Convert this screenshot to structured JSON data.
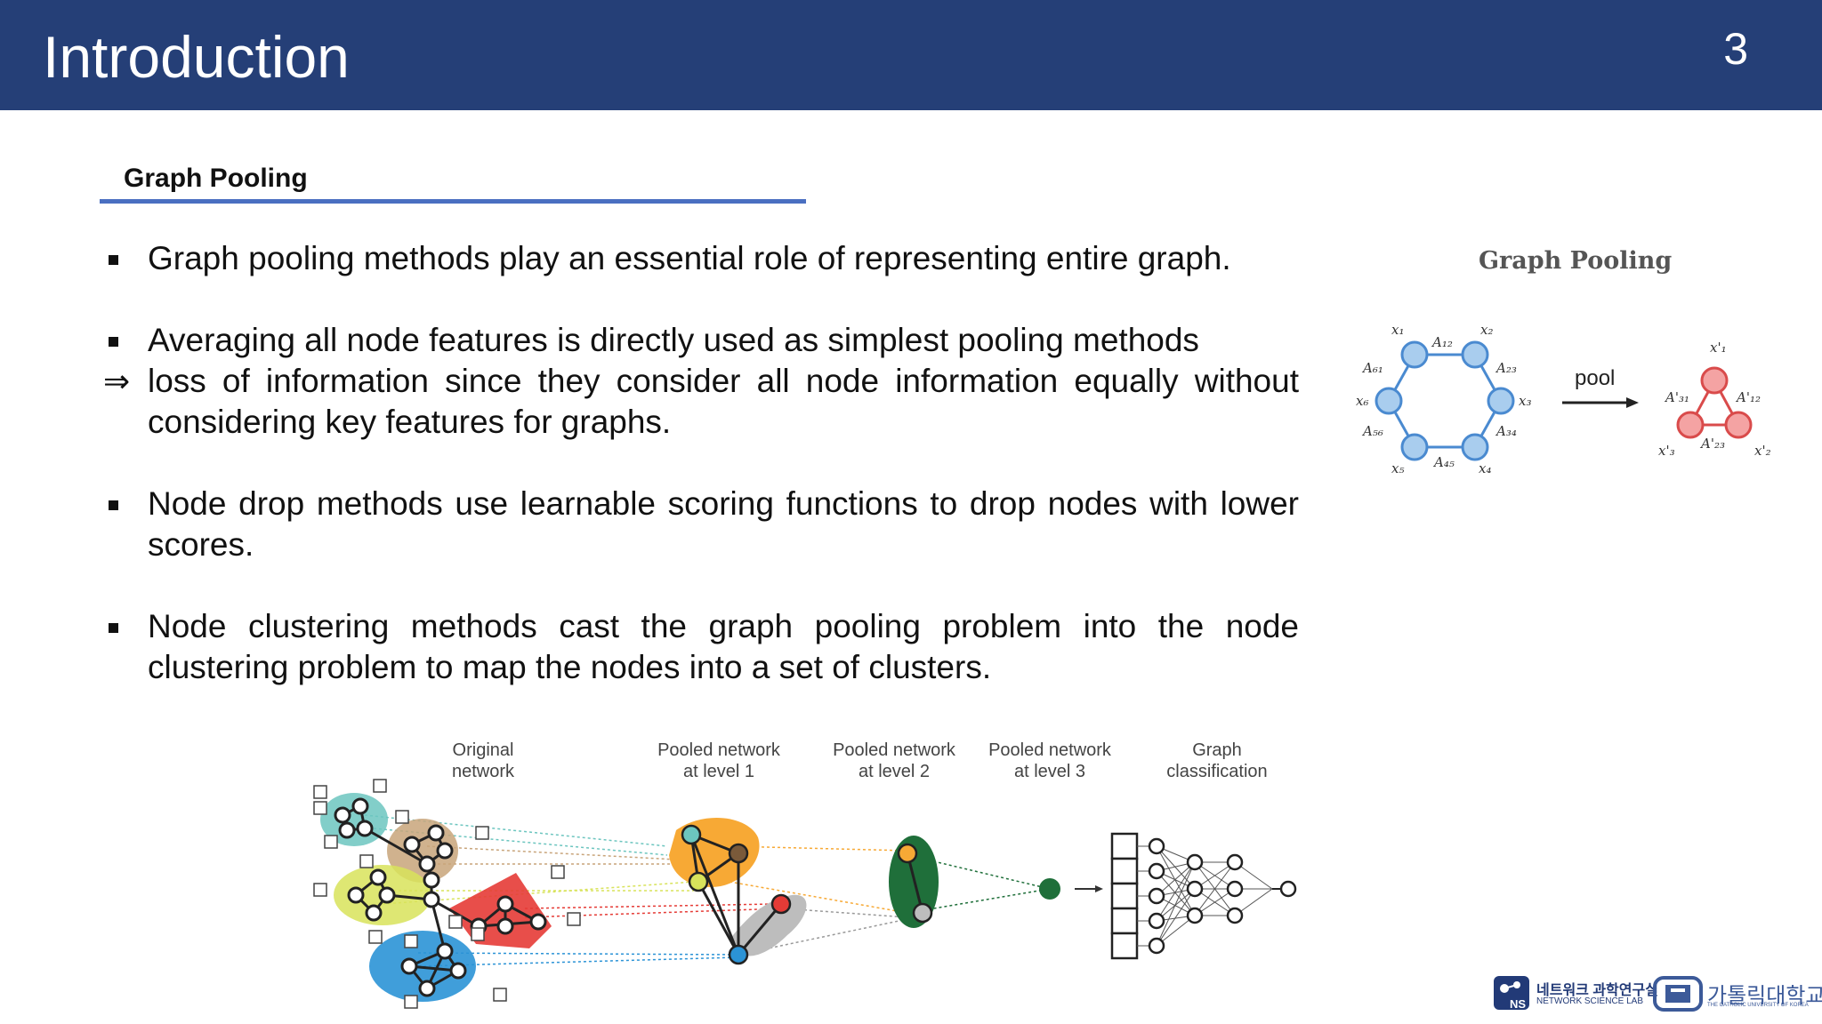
{
  "header": {
    "title": "Introduction",
    "page_number": "3"
  },
  "section": {
    "title": "Graph Pooling"
  },
  "bullets": [
    {
      "marker": "square",
      "text": "Graph pooling methods play an essential role of representing entire graph."
    },
    {
      "marker": "square",
      "text": "Averaging all node features is directly used as simplest pooling methods"
    },
    {
      "marker": "implies",
      "text": "loss of information since they consider all node information equally without considering key features for graphs."
    },
    {
      "marker": "square",
      "text": "Node drop methods use learnable scoring functions to drop nodes with lower scores."
    },
    {
      "marker": "square",
      "text": "Node clustering methods cast the graph pooling problem into the node clustering problem to map the nodes into a set of clusters."
    }
  ],
  "figure_pooling": {
    "caption": "Graph Pooling",
    "arrow_label": "pool",
    "left_graph_labels": [
      "x1",
      "x2",
      "x3",
      "x4",
      "x5",
      "x6",
      "A12",
      "A23",
      "A34",
      "A45",
      "A56",
      "A61"
    ],
    "right_graph_labels": [
      "x'1",
      "x'2",
      "x'3",
      "A'12",
      "A'23",
      "A'31"
    ],
    "colors": {
      "left_nodes": "#a9cdee",
      "left_stroke": "#4a8ad0",
      "right_nodes": "#f4a3a3",
      "right_stroke": "#d94b4b"
    }
  },
  "figure_hierarchy": {
    "stages": [
      {
        "line1": "Original",
        "line2": "network"
      },
      {
        "line1": "Pooled network",
        "line2": "at level 1"
      },
      {
        "line1": "Pooled network",
        "line2": "at level 2"
      },
      {
        "line1": "Pooled network",
        "line2": "at level 3"
      },
      {
        "line1": "Graph",
        "line2": "classification"
      }
    ],
    "cluster_colors": {
      "teal": "#6cc5bf",
      "brown": "#c8a47a",
      "lime": "#d8e35b",
      "red": "#e53b36",
      "blue": "#2b93d6",
      "orange": "#f7a935",
      "gray": "#bdbdbd",
      "green": "#1f6f3a"
    }
  },
  "logos": {
    "lab_korean": "네트워크 과학연구실",
    "lab_english": "NETWORK SCIENCE LAB",
    "lab_badge": "NS",
    "univ_korean": "가톨릭대학교",
    "univ_english": "THE CATHOLIC UNIVERSITY OF KOREA"
  }
}
